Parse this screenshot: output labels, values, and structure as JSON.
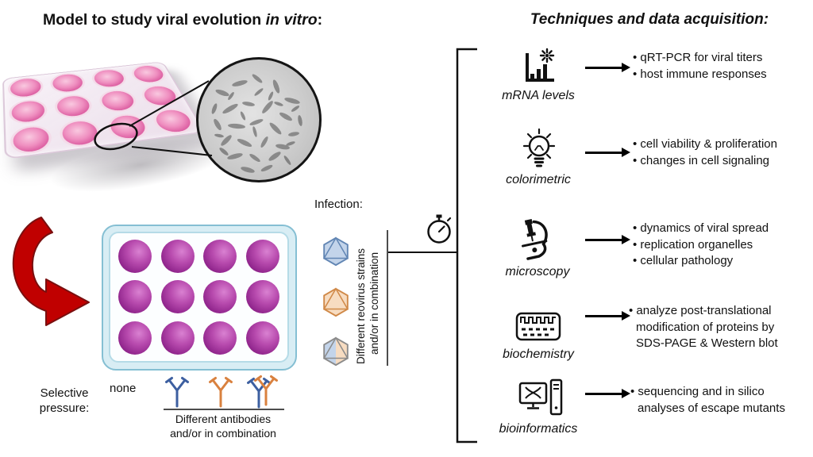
{
  "left_panel": {
    "title": {
      "main": "Model to study viral evolution ",
      "italic": "in vitro",
      "suffix": ":"
    },
    "infection_label": "Infection:",
    "virus_caption_line1": "Different reovirus strains",
    "virus_caption_line2": "and/or in combination",
    "selective_pressure_line1": "Selective",
    "selective_pressure_line2": "pressure:",
    "none_label": "none",
    "antibody_caption_line1": "Different antibodies",
    "antibody_caption_line2": "and/or in combination"
  },
  "right_panel": {
    "title": "Techniques and data acquisition:",
    "techniques": [
      {
        "label": "mRNA levels",
        "icon": "qpcr-chart-icon",
        "bullets": [
          "• qRT-PCR for viral titers",
          "• host immune responses"
        ]
      },
      {
        "label": "colorimetric",
        "icon": "lightbulb-icon",
        "bullets": [
          "• cell viability & proliferation",
          "• changes in cell signaling"
        ]
      },
      {
        "label": "microscopy",
        "icon": "microscope-icon",
        "bullets": [
          "• dynamics of viral spread",
          "• replication organelles",
          "• cellular pathology"
        ]
      },
      {
        "label": "biochemistry",
        "icon": "western-blot-icon",
        "bullets": [
          "• analyze post-translational",
          "modification of proteins by",
          "SDS-PAGE & Western blot"
        ]
      },
      {
        "label": "bioinformatics",
        "icon": "computer-dna-icon",
        "bullets": [
          "• sequencing and in silico",
          "analyses of escape mutants"
        ]
      }
    ]
  },
  "colors": {
    "arrow_red": "#c00000",
    "well_magenta": "#92278e",
    "plate_blue": "#85bfd3",
    "media_pink": "#ef8fc0",
    "virus_blue_fill": "#c3d4ea",
    "virus_blue_stroke": "#6286b4",
    "virus_orange_fill": "#f7dcc1",
    "virus_orange_stroke": "#d08948",
    "antibody_blue": "#3d5fa0",
    "antibody_orange": "#d9813f",
    "line_black": "#111111"
  }
}
